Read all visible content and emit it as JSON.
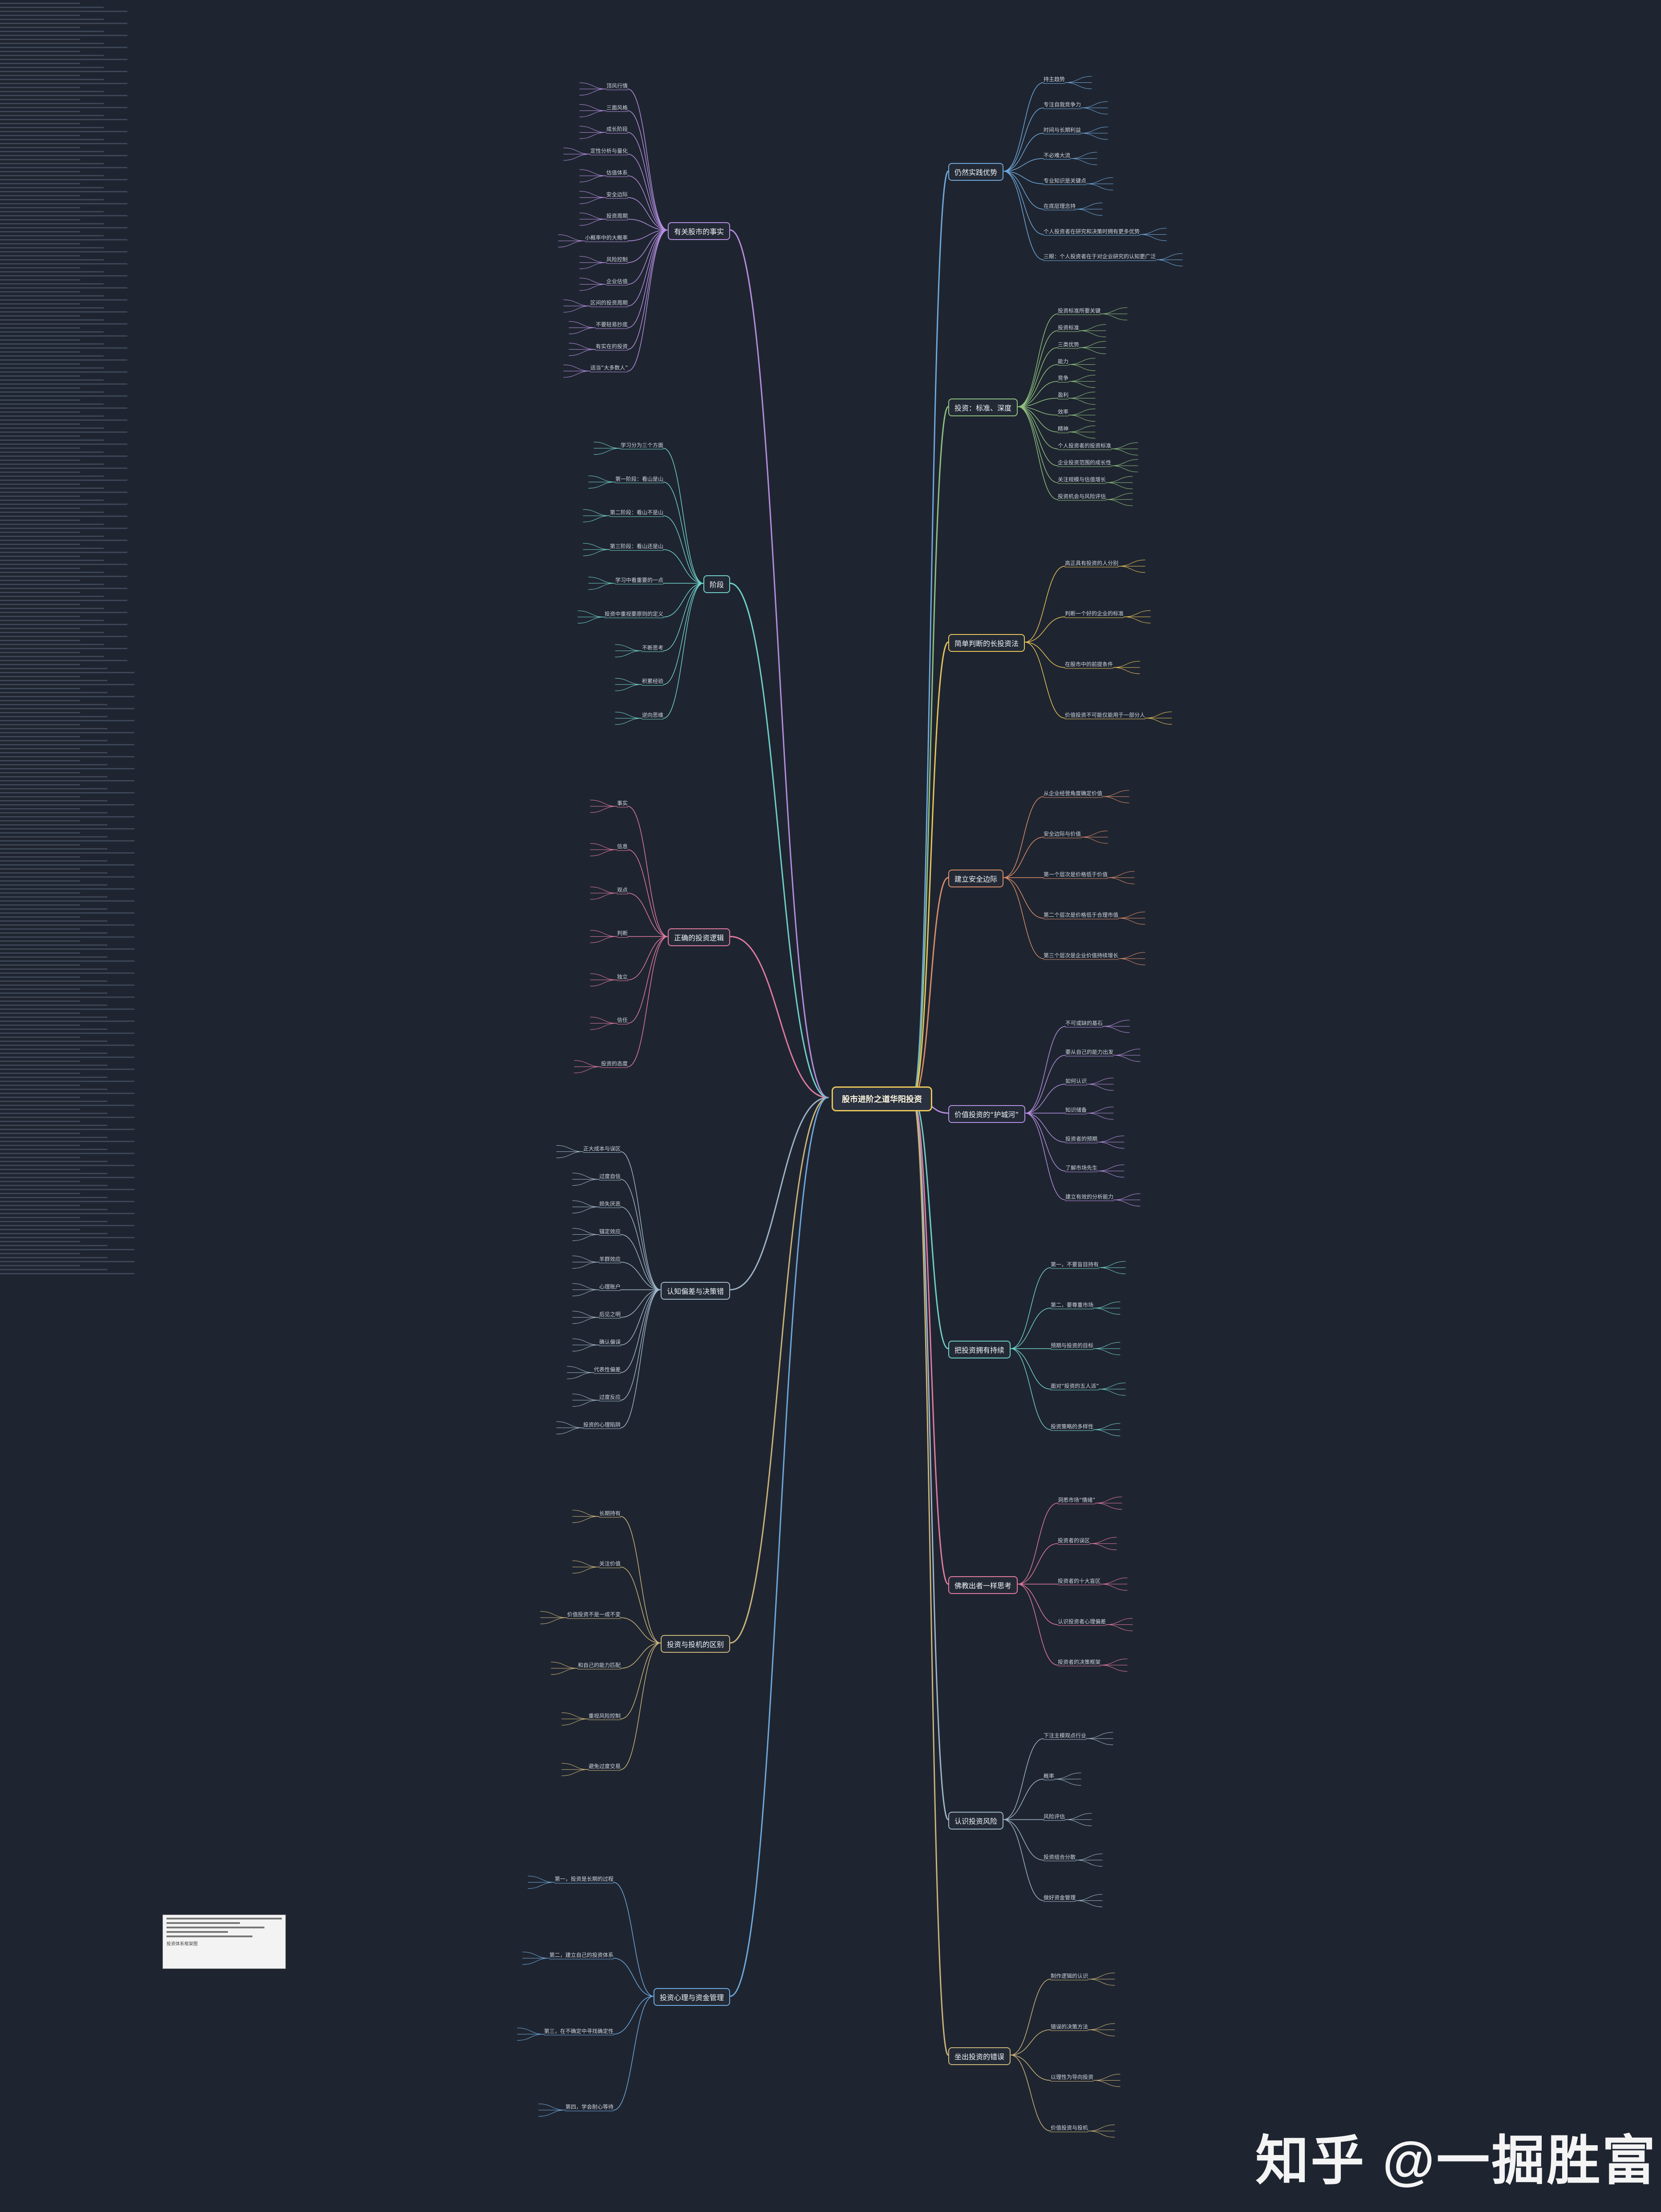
{
  "root": "股市进阶之道华阳投资",
  "watermark": "知乎 @一掘胜富",
  "branches": {
    "right": [
      {
        "title": "仍然实践优势",
        "nodes": [
          "持主趋势",
          "专注自我竞争力",
          "时间与长期利益",
          "不必难大流",
          "专业知识是关键点",
          "在底层理念持",
          "个人投资者在研究和决策时拥有更多优势",
          "三眼：个人投资者在于对企业研究的认知更广泛"
        ]
      },
      {
        "title": "投资：标准、深度",
        "nodes": [
          "投资标准所要关键",
          "投资标准",
          "三类优势",
          "能力",
          "竞争",
          "盈利",
          "效率",
          "精神",
          "个人投资者的投资标准",
          "企业投资范围的成长性",
          "关注规模与估值增长",
          "投资机会与风险评估"
        ]
      },
      {
        "title": "简单判断的长投资法",
        "nodes": [
          "高正具有投资的人分别",
          "判断一个好的企业的标准",
          "在股市中的前提条件",
          "价值投资不可能仅能用于一部分人"
        ]
      },
      {
        "title": "建立安全边际",
        "nodes": [
          "从企业经营角度确定价值",
          "安全边际与价值",
          "第一个层次是价格低于价值",
          "第二个层次是价格低于合理市值",
          "第三个层次是企业价值持续增长"
        ]
      },
      {
        "title": "价值投资的“护城河”",
        "nodes": [
          "不可或缺的基石",
          "要从自己的能力出发",
          "如何认识",
          "知识储备",
          "投资者的预期",
          "了解市场先生",
          "建立有效的分析能力"
        ]
      },
      {
        "title": "把投资拥有持续",
        "nodes": [
          "第一，不要盲目持有",
          "第二，要尊重市场",
          "预期与投资的目标",
          "面对“投资的五人派”",
          "投资策略的多样性"
        ]
      },
      {
        "title": "佛教出者一样思考",
        "nodes": [
          "洞悉市场“情绪”",
          "投资者的误区",
          "投资者的十大盲区",
          "认识投资者心理偏差",
          "投资者的决策框架"
        ]
      },
      {
        "title": "认识投资风险",
        "nodes": [
          "下注主模观点行业",
          "概率",
          "风险评估",
          "投资组合分散",
          "做好资金管理"
        ]
      },
      {
        "title": "坐出投资的错误",
        "nodes": [
          "制作逻辑的认识",
          "错误的决策方法",
          "以理性为导向投资",
          "价值投资与投机"
        ]
      }
    ],
    "left": [
      {
        "title": "有关股市的事实",
        "nodes": [
          "顶风行情",
          "三面风格",
          "成长阶段",
          "定性分析与量化",
          "估值体系",
          "安全边际",
          "投资周期",
          "小概率中的大概率",
          "风险控制",
          "企业估值",
          "区间的投资周期",
          "不要轻易抄底",
          "有实在的投资",
          "适当“大多数人”"
        ]
      },
      {
        "title": "阶段",
        "nodes": [
          "学习分为三个方面",
          "第一阶段：看山是山",
          "第二阶段：看山不是山",
          "第三阶段：看山还是山",
          "学习中看重要的一点",
          "投资中重视要原则的定义",
          "不断思考",
          "积累经验",
          "逆向思维"
        ]
      },
      {
        "title": "正确的投资逻辑",
        "nodes": [
          "事实",
          "信息",
          "观点",
          "判断",
          "独立",
          "信任",
          "投资的态度"
        ]
      },
      {
        "title": "认知偏差与决策错",
        "nodes": [
          "正大成本与误区",
          "过度自信",
          "损失厌恶",
          "锚定效应",
          "羊群效应",
          "心理账户",
          "后见之明",
          "确认偏误",
          "代表性偏差",
          "过度反应",
          "投资的心理陷阱"
        ]
      },
      {
        "title": "投资与投机的区别",
        "nodes": [
          "长期持有",
          "关注价值",
          "价值投资不是一成不变",
          "和自己的能力匹配",
          "重视风险控制",
          "避免过度交易"
        ]
      },
      {
        "title": "投资心理与资金管理",
        "nodes": [
          "第一，投资是长期的过程",
          "第二，建立自己的投资体系",
          "第三，在不确定中寻找确定性",
          "第四，学会耐心等待"
        ]
      }
    ]
  },
  "thumbnail_caption": "投资体系框架图"
}
